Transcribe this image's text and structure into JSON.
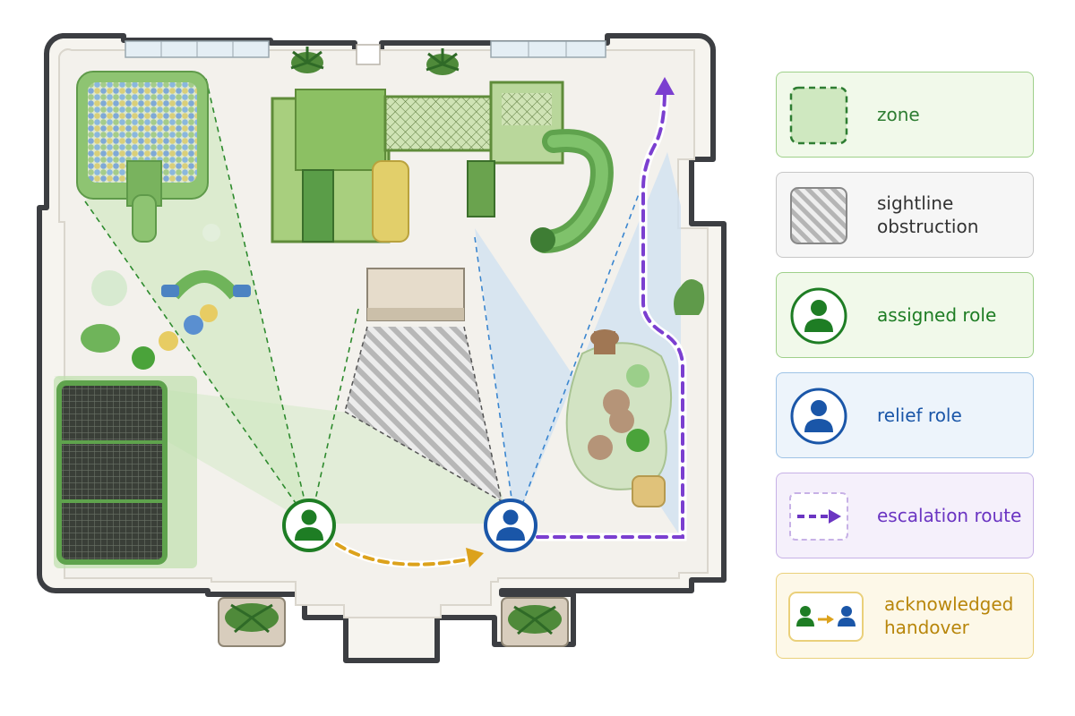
{
  "legend": {
    "zone": {
      "label": "zone",
      "color": "#2e7d32"
    },
    "obstruction": {
      "line1": "sightline",
      "line2": "obstruction",
      "color": "#333333"
    },
    "assigned": {
      "label": "assigned role",
      "color": "#1e7d24"
    },
    "relief": {
      "label": "relief role",
      "color": "#1a56a8"
    },
    "escalation": {
      "label": "escalation route",
      "color": "#6b35c2"
    },
    "handover": {
      "line1": "acknowledged",
      "line2": "handover",
      "color": "#b8860b"
    }
  },
  "colors": {
    "zone_fill": "#cfe8c0",
    "relief_fill": "#cfe0f2",
    "wall": "#3c3e42",
    "assigned": "#1e7d24",
    "relief": "#1a56a8",
    "escalation": "#7b3fd0",
    "handover": "#dca21c"
  }
}
